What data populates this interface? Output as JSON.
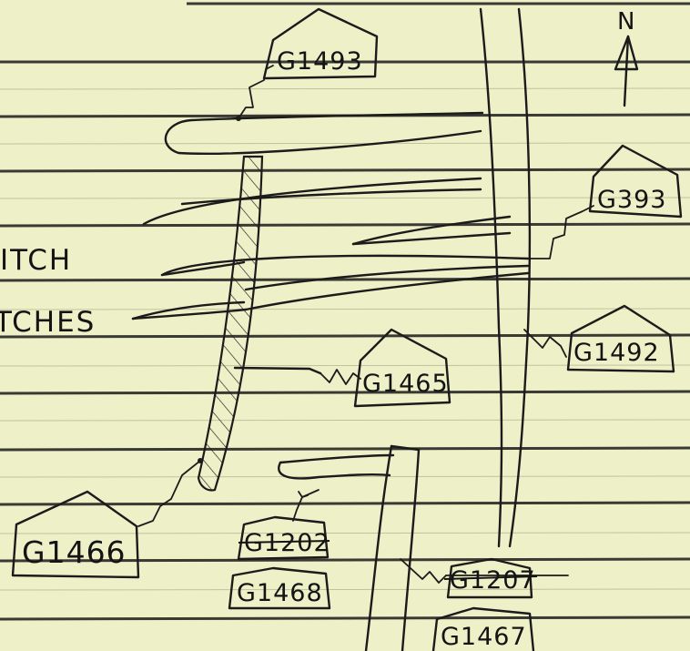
{
  "north_label": "N",
  "left_labels": [
    "ITCH",
    "TCHES"
  ],
  "tags": [
    {
      "id": "g1493",
      "label": "G1493",
      "struck": false
    },
    {
      "id": "g393",
      "label": "G393",
      "struck": false
    },
    {
      "id": "g1492",
      "label": "G1492",
      "struck": false
    },
    {
      "id": "g1465",
      "label": "G1465",
      "struck": false
    },
    {
      "id": "g1466",
      "label": "G1466",
      "struck": false
    },
    {
      "id": "g1202",
      "label": "G1202",
      "struck": true
    },
    {
      "id": "g1468",
      "label": "G1468",
      "struck": false
    },
    {
      "id": "g1207",
      "label": "G1207",
      "struck": true
    },
    {
      "id": "g1467",
      "label": "G1467",
      "struck": false
    }
  ],
  "colors": {
    "paper": "#eef0c8",
    "ink": "#1b1b1b",
    "rule": "#3a3a34"
  }
}
